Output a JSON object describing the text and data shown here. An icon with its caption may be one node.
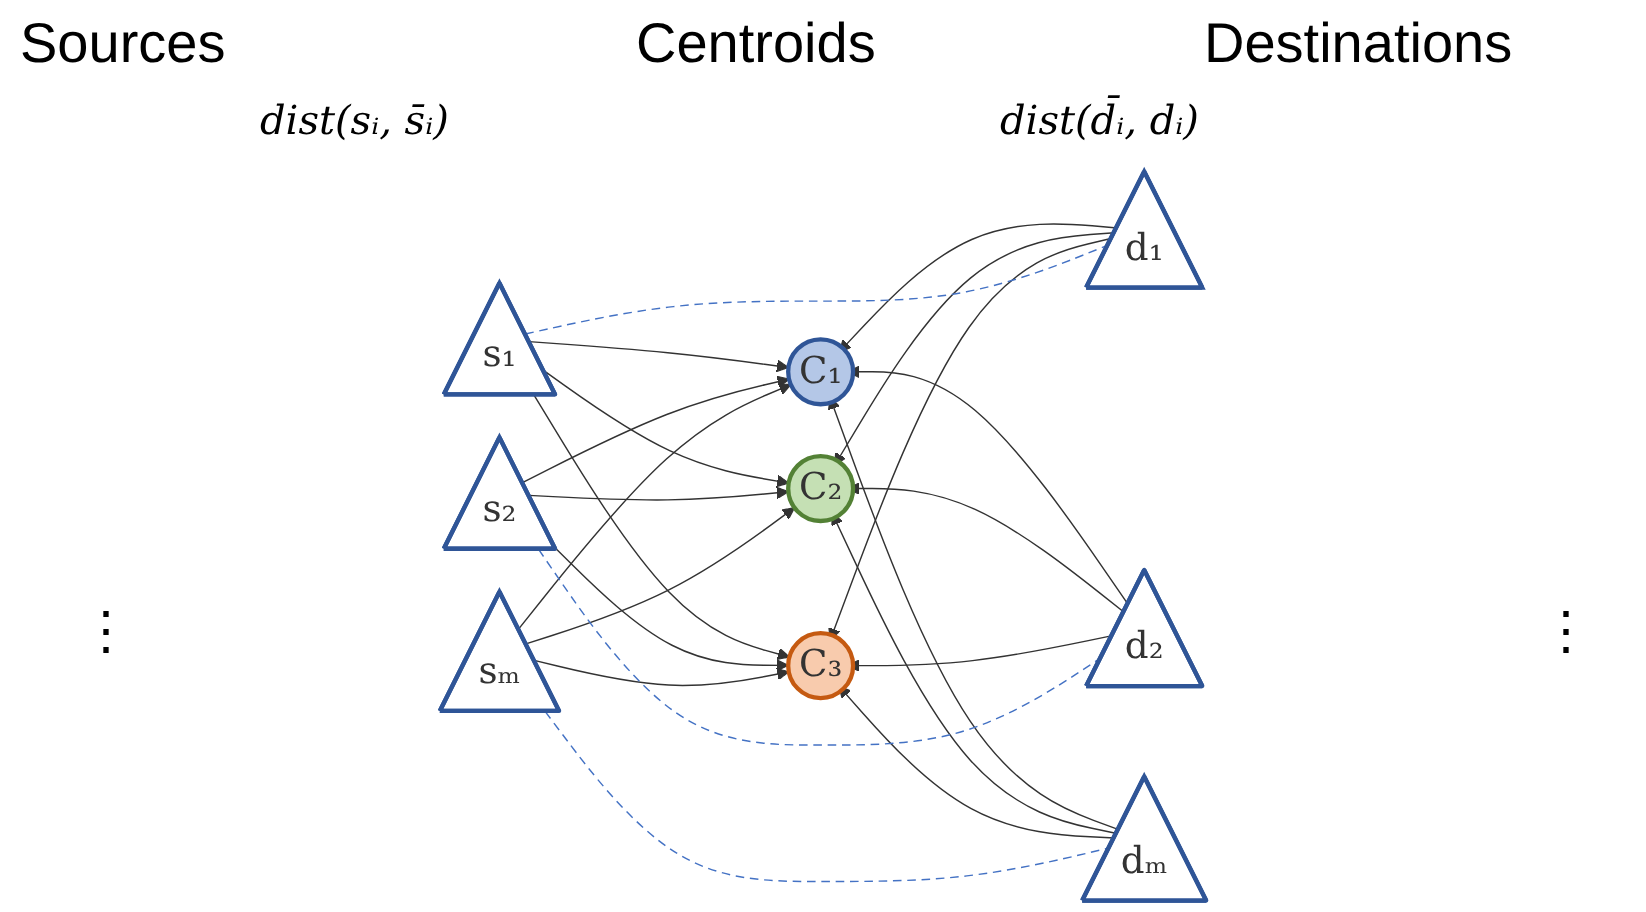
{
  "diagram": {
    "nodes": [
      {
        "text": [
          "s₁"
        ]
      },
      {
        "text": [
          "s₂"
        ]
      },
      {
        "text": [
          "sₘ"
        ]
      },
      {
        "text": [
          "C₁"
        ]
      },
      {
        "text": [
          "C₂"
        ]
      },
      {
        "text": [
          "C₃"
        ]
      },
      {
        "text": [
          "d₁"
        ]
      },
      {
        "text": [
          "d₂"
        ]
      },
      {
        "text": [
          "dₘ"
        ]
      }
    ],
    "edges": [
      {
        "from": 0,
        "to": 3,
        "arrow": "to"
      },
      {
        "from": 0,
        "to": 4,
        "arrow": "to"
      },
      {
        "from": 0,
        "to": 5,
        "arrow": "to"
      },
      {
        "from": 1,
        "to": 3,
        "arrow": "to"
      },
      {
        "from": 1,
        "to": 4,
        "arrow": "to"
      },
      {
        "from": 1,
        "to": 5,
        "arrow": "to"
      },
      {
        "from": 2,
        "to": 3,
        "arrow": "to"
      },
      {
        "from": 2,
        "to": 4,
        "arrow": "to"
      },
      {
        "from": 2,
        "to": 5,
        "arrow": "to"
      },
      {
        "from": 6,
        "to": 3,
        "arrow": "to"
      },
      {
        "from": 6,
        "to": 4,
        "arrow": "to"
      },
      {
        "from": 6,
        "to": 5,
        "arrow": "to"
      },
      {
        "from": 7,
        "to": 3,
        "arrow": "to"
      },
      {
        "from": 7,
        "to": 4,
        "arrow": "to"
      },
      {
        "from": 7,
        "to": 5,
        "arrow": "to"
      },
      {
        "from": 8,
        "to": 3,
        "arrow": "to"
      },
      {
        "from": 8,
        "to": 4,
        "arrow": "to"
      },
      {
        "from": 8,
        "to": 5,
        "arrow": "to"
      },
      {
        "from": 0,
        "to": 6,
        "arrow": "none",
        "style": "dashed",
        "color": "#4472c4"
      },
      {
        "from": 1,
        "to": 7,
        "arrow": "none",
        "style": "dashed",
        "color": "#4472c4"
      },
      {
        "from": 2,
        "to": 8,
        "arrow": "none",
        "style": "dashed",
        "color": "#4472c4"
      }
    ],
    "labels": [
      "Sources",
      "Centroids",
      "Destinations",
      "dist(sᵢ, s̄ᵢ)",
      "dist(d̄ᵢ, dᵢ)",
      "⋮",
      "⋮"
    ]
  }
}
